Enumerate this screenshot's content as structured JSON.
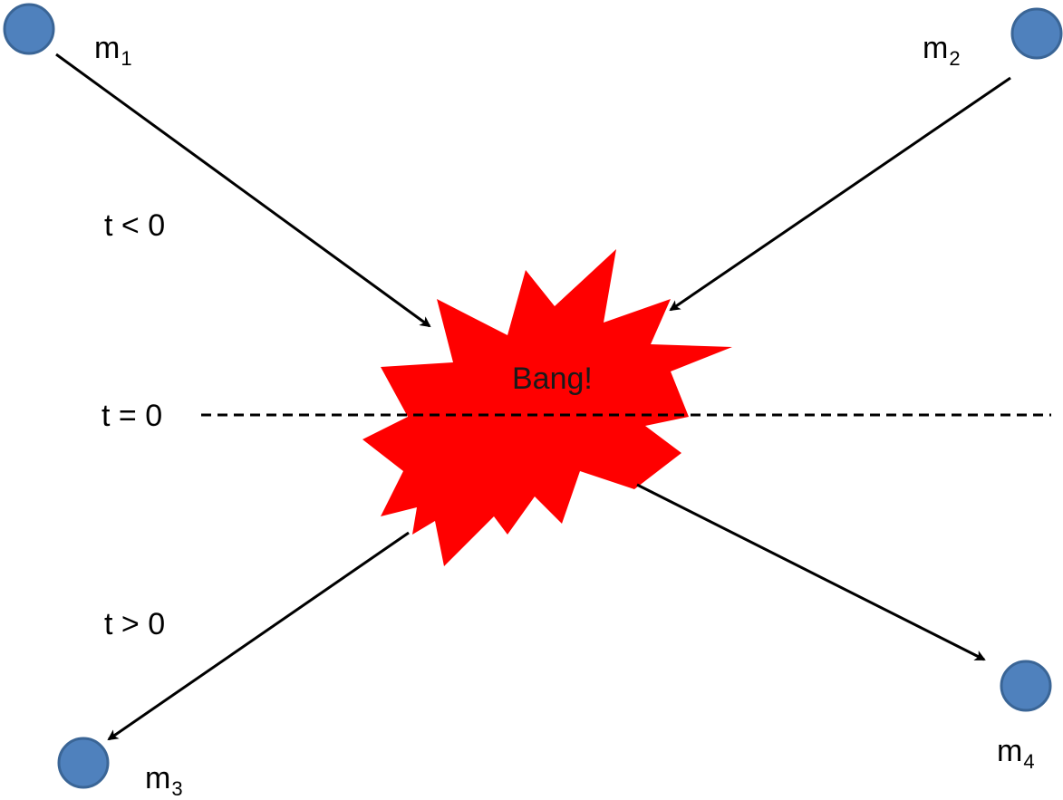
{
  "masses": [
    {
      "id": "m1",
      "base": "m",
      "sub": "1"
    },
    {
      "id": "m2",
      "base": "m",
      "sub": "2"
    },
    {
      "id": "m3",
      "base": "m",
      "sub": "3"
    },
    {
      "id": "m4",
      "base": "m",
      "sub": "4"
    }
  ],
  "time_labels": {
    "before": "t < 0",
    "at": "t = 0",
    "after": "t > 0"
  },
  "event_label": "Bang!",
  "colors": {
    "particle_fill": "#4f81bd",
    "particle_stroke": "#3a6596",
    "burst_fill": "#ff0000",
    "arrow": "#000000"
  }
}
